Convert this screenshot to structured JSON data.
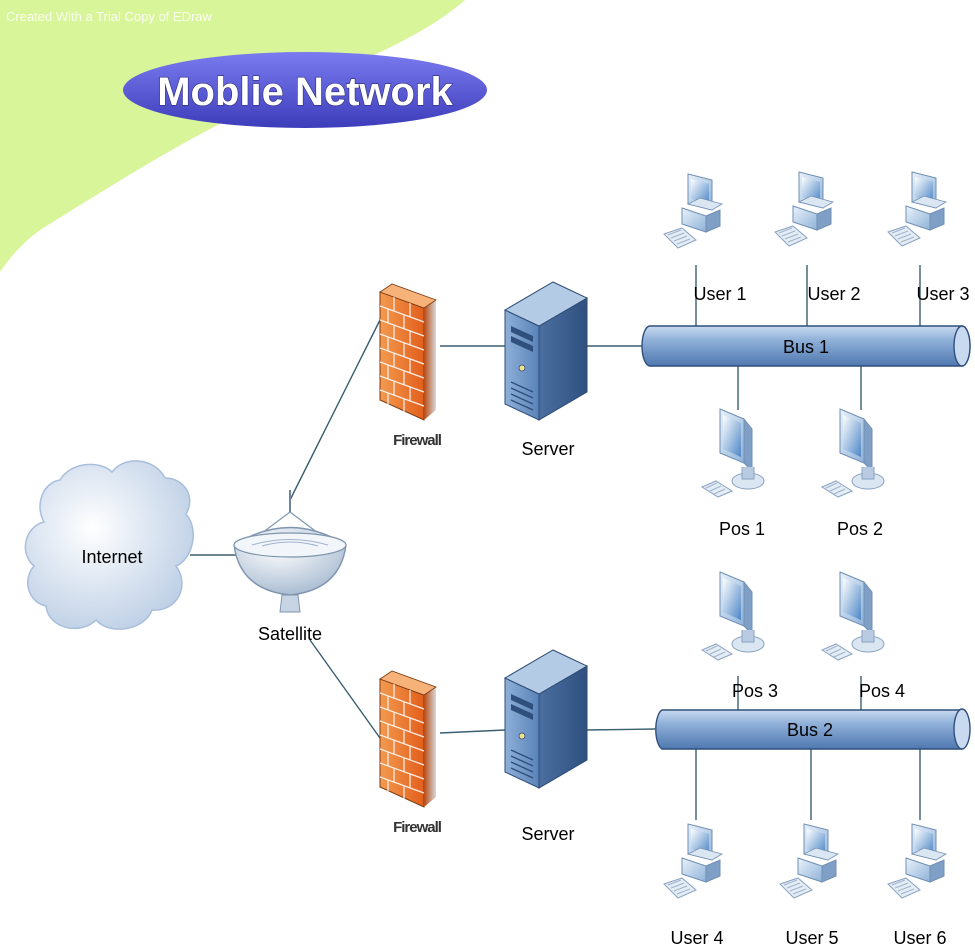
{
  "watermark": "Created With a Trial Copy of EDraw",
  "title": "Moblie Network",
  "colors": {
    "banner": "#d9f59a",
    "title_ellipse": "#5a5ad6",
    "bus": "#4f81bd",
    "firewall": "#f07a2a",
    "line": "#3a5f6f"
  },
  "nodes": {
    "internet": "Internet",
    "satellite": "Satellite",
    "firewall_top": "Firewall",
    "firewall_bottom": "Firewall",
    "server_top": "Server",
    "server_bottom": "Server",
    "bus1": "Bus 1",
    "bus2": "Bus 2",
    "user1": "User 1",
    "user2": "User 2",
    "user3": "User 3",
    "user4": "User 4",
    "user5": "User 5",
    "user6": "User 6",
    "pos1": "Pos 1",
    "pos2": "Pos 2",
    "pos3": "Pos 3",
    "pos4": "Pos 4"
  }
}
